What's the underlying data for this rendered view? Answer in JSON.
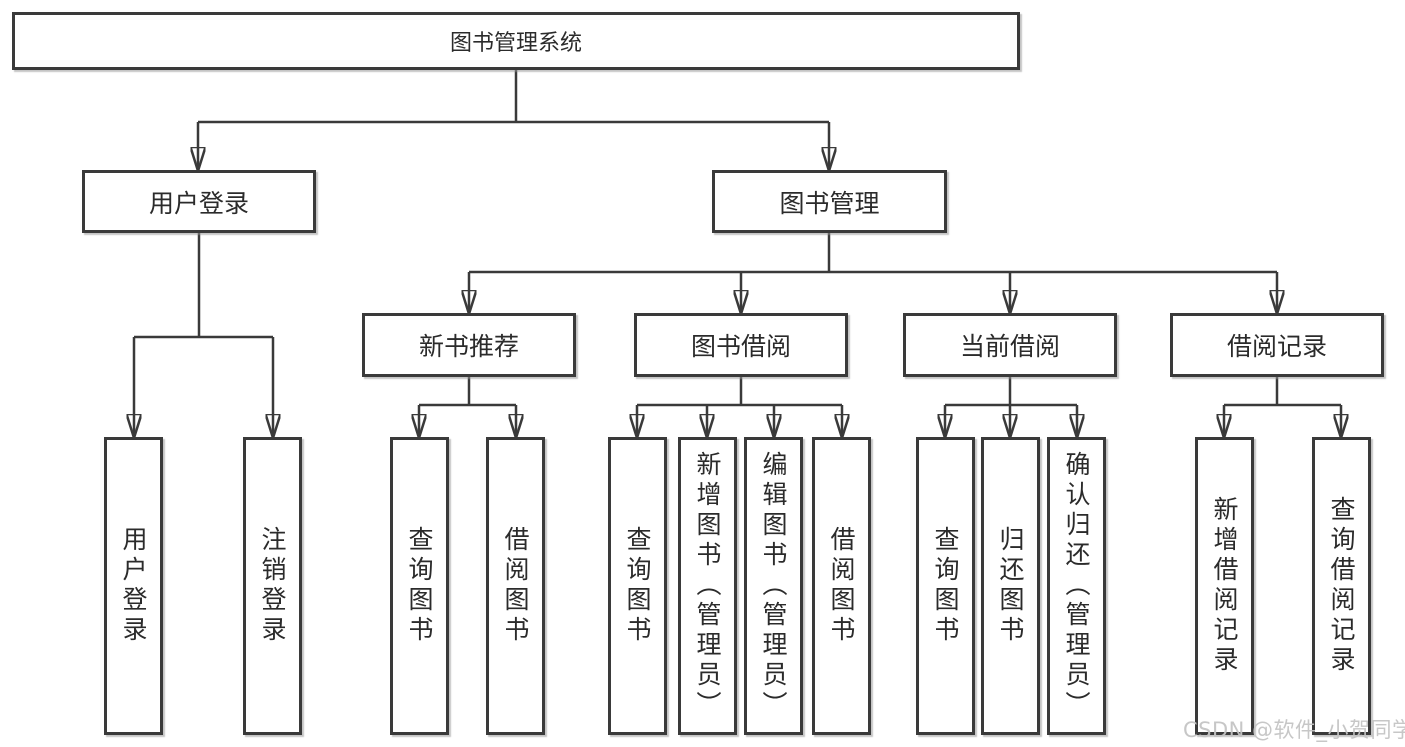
{
  "tree": {
    "label": "图书管理系统",
    "children": [
      {
        "label": "用户登录",
        "children": [
          {
            "label": "用户登录"
          },
          {
            "label": "注销登录"
          }
        ]
      },
      {
        "label": "图书管理",
        "children": [
          {
            "label": "新书推荐",
            "children": [
              {
                "label": "查询图书"
              },
              {
                "label": "借阅图书"
              }
            ]
          },
          {
            "label": "图书借阅",
            "children": [
              {
                "label": "查询图书"
              },
              {
                "label": "新增图书（管理员）"
              },
              {
                "label": "编辑图书（管理员）"
              },
              {
                "label": "借阅图书"
              }
            ]
          },
          {
            "label": "当前借阅",
            "children": [
              {
                "label": "查询图书"
              },
              {
                "label": "归还图书"
              },
              {
                "label": "确认归还（管理员）"
              }
            ]
          },
          {
            "label": "借阅记录",
            "children": [
              {
                "label": "新增借阅记录"
              },
              {
                "label": "查询借阅记录"
              }
            ]
          }
        ]
      }
    ]
  },
  "watermark": "CSDN @软件_小贺同学",
  "colors": {
    "line": "#3a3a3a",
    "node_border": "#3a3a3a",
    "text": "#2b2b2b",
    "background": "#ffffff",
    "watermark": "#c4c4c4"
  }
}
